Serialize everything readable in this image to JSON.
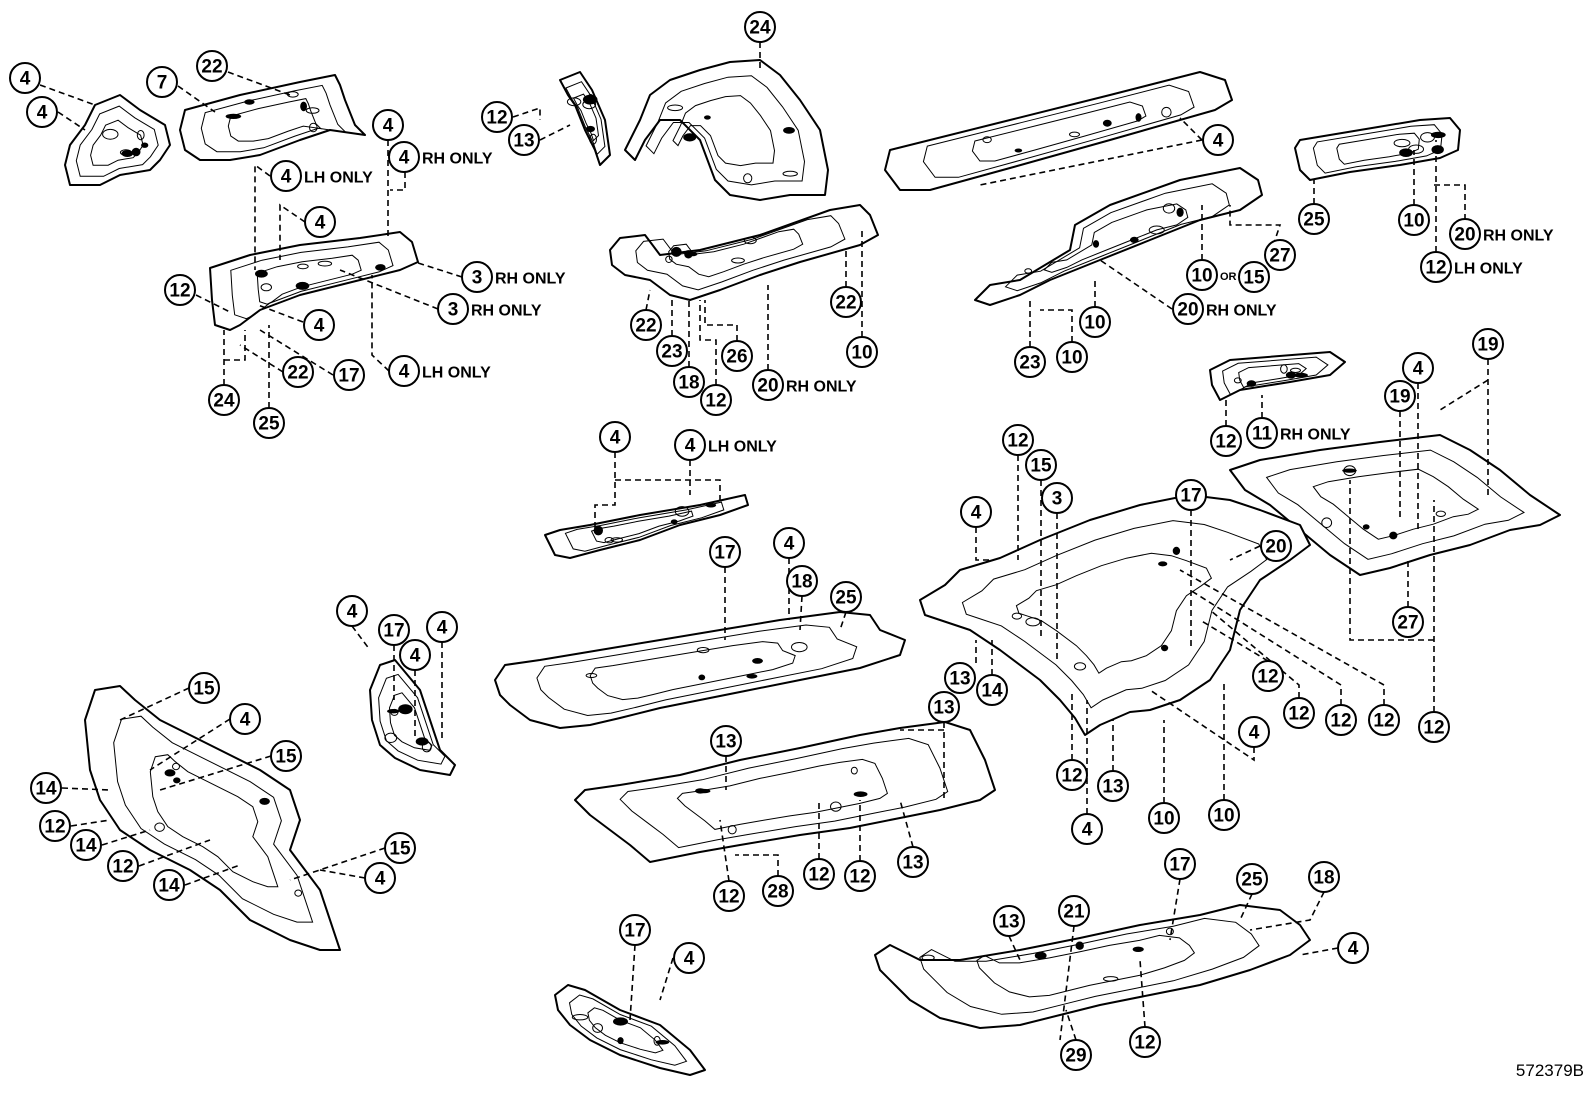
{
  "callouts": [
    {
      "n": "4"
    },
    {
      "n": "4"
    },
    {
      "n": "7"
    },
    {
      "n": "22"
    },
    {
      "n": "4"
    },
    {
      "n": "4",
      "note": "RH ONLY"
    },
    {
      "n": "4",
      "note": "LH ONLY"
    },
    {
      "n": "4"
    },
    {
      "n": "3",
      "note": "RH ONLY"
    },
    {
      "n": "3",
      "note": "RH ONLY"
    },
    {
      "n": "12"
    },
    {
      "n": "4"
    },
    {
      "n": "22"
    },
    {
      "n": "17"
    },
    {
      "n": "4",
      "note": "LH ONLY"
    },
    {
      "n": "24"
    },
    {
      "n": "25"
    },
    {
      "n": "24"
    },
    {
      "n": "12"
    },
    {
      "n": "13"
    },
    {
      "n": "22"
    },
    {
      "n": "23"
    },
    {
      "n": "18"
    },
    {
      "n": "26"
    },
    {
      "n": "12"
    },
    {
      "n": "20",
      "note": "RH ONLY"
    },
    {
      "n": "22"
    },
    {
      "n": "10"
    },
    {
      "n": "4"
    },
    {
      "n": "10",
      "note": "OR"
    },
    {
      "n": "15"
    },
    {
      "n": "27"
    },
    {
      "n": "20",
      "note": "RH ONLY"
    },
    {
      "n": "10"
    },
    {
      "n": "23"
    },
    {
      "n": "10"
    },
    {
      "n": "25"
    },
    {
      "n": "10"
    },
    {
      "n": "20",
      "note": "RH ONLY"
    },
    {
      "n": "12",
      "note": "LH ONLY"
    },
    {
      "n": "12"
    },
    {
      "n": "11",
      "note": "RH ONLY"
    },
    {
      "n": "19"
    },
    {
      "n": "4"
    },
    {
      "n": "19"
    },
    {
      "n": "27"
    },
    {
      "n": "12"
    },
    {
      "n": "12"
    },
    {
      "n": "15"
    },
    {
      "n": "3"
    },
    {
      "n": "17"
    },
    {
      "n": "4"
    },
    {
      "n": "20"
    },
    {
      "n": "13"
    },
    {
      "n": "14"
    },
    {
      "n": "12"
    },
    {
      "n": "12"
    },
    {
      "n": "12"
    },
    {
      "n": "12"
    },
    {
      "n": "4"
    },
    {
      "n": "12"
    },
    {
      "n": "13"
    },
    {
      "n": "4"
    },
    {
      "n": "10"
    },
    {
      "n": "10"
    },
    {
      "n": "4"
    },
    {
      "n": "4",
      "note": "LH ONLY"
    },
    {
      "n": "17"
    },
    {
      "n": "4"
    },
    {
      "n": "18"
    },
    {
      "n": "25"
    },
    {
      "n": "4"
    },
    {
      "n": "17"
    },
    {
      "n": "4"
    },
    {
      "n": "4"
    },
    {
      "n": "15"
    },
    {
      "n": "4"
    },
    {
      "n": "15"
    },
    {
      "n": "14"
    },
    {
      "n": "12"
    },
    {
      "n": "14"
    },
    {
      "n": "12"
    },
    {
      "n": "14"
    },
    {
      "n": "15"
    },
    {
      "n": "4"
    },
    {
      "n": "13"
    },
    {
      "n": "13"
    },
    {
      "n": "12"
    },
    {
      "n": "12"
    },
    {
      "n": "13"
    },
    {
      "n": "12"
    },
    {
      "n": "28"
    },
    {
      "n": "17"
    },
    {
      "n": "4"
    },
    {
      "n": "13"
    },
    {
      "n": "21"
    },
    {
      "n": "17"
    },
    {
      "n": "25"
    },
    {
      "n": "18"
    },
    {
      "n": "4"
    },
    {
      "n": "29"
    },
    {
      "n": "12"
    }
  ],
  "figure_code": "572379B"
}
